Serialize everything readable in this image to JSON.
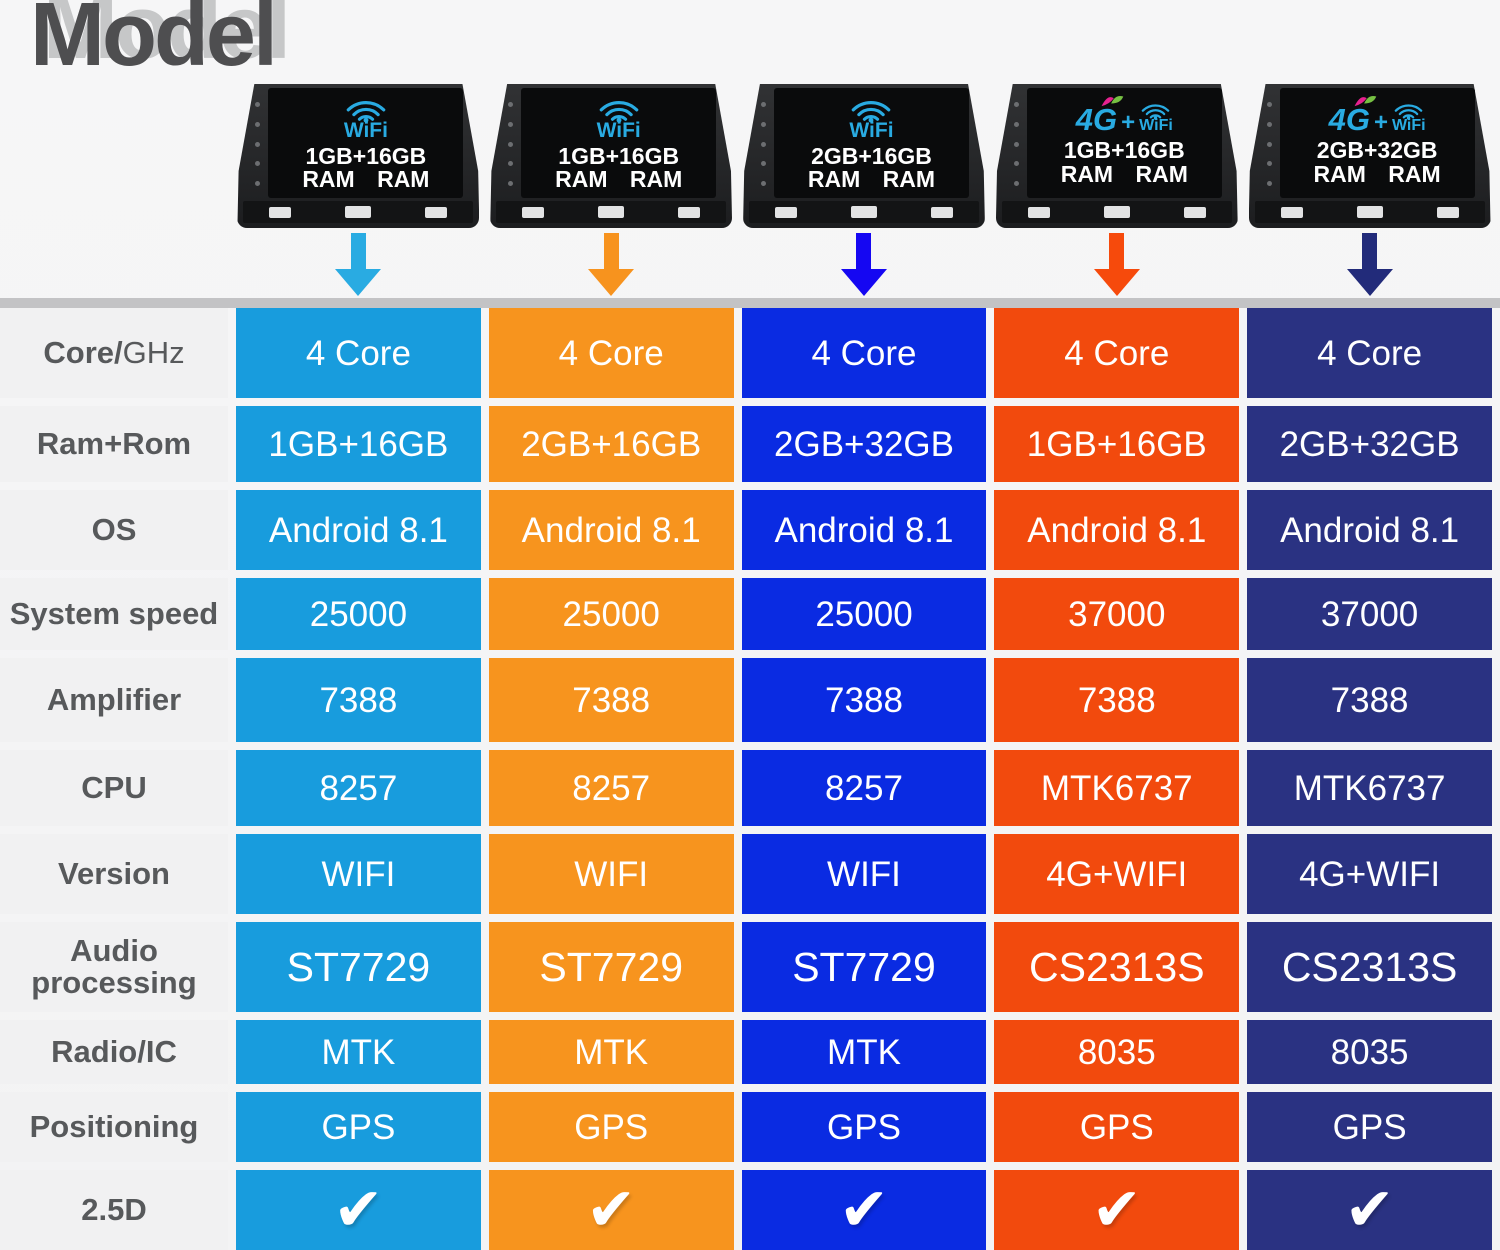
{
  "title": "Model",
  "colors": {
    "title_color": "#4e4e50",
    "title_shadow": "#c6c7c8",
    "wifi_blue": "#29abe2",
    "leaf_pink": "#e6218f",
    "leaf_green": "#76c043",
    "gray_bar": "#c3c3c5",
    "label_bg": "#f1f1f2",
    "label_text": "#57595b"
  },
  "products": [
    {
      "screen": {
        "wifi_label": "WiFi",
        "line1": "1GB+16GB",
        "line2": "RAM RAM"
      },
      "arrow_color": "#29abe2",
      "column_color": "#189cdd"
    },
    {
      "screen": {
        "wifi_label": "WiFi",
        "line1": "1GB+16GB",
        "line2": "RAM RAM"
      },
      "arrow_color": "#f7931e",
      "column_color": "#f7941e"
    },
    {
      "screen": {
        "wifi_label": "WiFi",
        "line1": "2GB+16GB",
        "line2": "RAM RAM"
      },
      "arrow_color": "#1507f2",
      "column_color": "#0a2be2"
    },
    {
      "screen": {
        "fourg_label": "4G",
        "plus_label": "+",
        "wifi_label": "WiFi",
        "line1": "1GB+16GB",
        "line2": "RAM RAM"
      },
      "arrow_color": "#f64a0c",
      "column_color": "#f24a0d"
    },
    {
      "screen": {
        "fourg_label": "4G",
        "plus_label": "+",
        "wifi_label": "WiFi",
        "line1": "2GB+32GB",
        "line2": "RAM RAM"
      },
      "arrow_color": "#222b7a",
      "column_color": "#2a3282"
    }
  ],
  "chart_data": {
    "type": "table",
    "title": "Model",
    "columns": [
      "WiFi 1GB+16GB",
      "WiFi 1GB+16GB",
      "WiFi 2GB+16GB",
      "4G+WiFi 1GB+16GB",
      "4G+WiFi 2GB+32GB"
    ],
    "rows": [
      {
        "label": "Core/GHz",
        "label_parts": {
          "bold": "Core/",
          "regular": "GHz"
        },
        "values": [
          "4 Core",
          "4 Core",
          "4 Core",
          "4 Core",
          "4 Core"
        ]
      },
      {
        "label": "Ram+Rom",
        "values": [
          "1GB+16GB",
          "2GB+16GB",
          "2GB+32GB",
          "1GB+16GB",
          "2GB+32GB"
        ]
      },
      {
        "label": "OS",
        "values": [
          "Android 8.1",
          "Android 8.1",
          "Android 8.1",
          "Android 8.1",
          "Android 8.1"
        ]
      },
      {
        "label": "System speed",
        "values": [
          "25000",
          "25000",
          "25000",
          "37000",
          "37000"
        ]
      },
      {
        "label": "Amplifier",
        "values": [
          "7388",
          "7388",
          "7388",
          "7388",
          "7388"
        ]
      },
      {
        "label": "CPU",
        "values": [
          "8257",
          "8257",
          "8257",
          "MTK6737",
          "MTK6737"
        ]
      },
      {
        "label": "Version",
        "values": [
          "WIFI",
          "WIFI",
          "WIFI",
          "4G+WIFI",
          "4G+WIFI"
        ]
      },
      {
        "label": "Audio processing",
        "label_lines": [
          "Audio",
          "processing"
        ],
        "value_style": "large",
        "values": [
          "ST7729",
          "ST7729",
          "ST7729",
          "CS2313S",
          "CS2313S"
        ]
      },
      {
        "label": "Radio/IC",
        "values": [
          "MTK",
          "MTK",
          "MTK",
          "8035",
          "8035"
        ]
      },
      {
        "label": "Positioning",
        "values": [
          "GPS",
          "GPS",
          "GPS",
          "GPS",
          "GPS"
        ]
      },
      {
        "label": "2.5D",
        "style": "check",
        "values": [
          "✔",
          "✔",
          "✔",
          "✔",
          "✔"
        ]
      }
    ]
  }
}
